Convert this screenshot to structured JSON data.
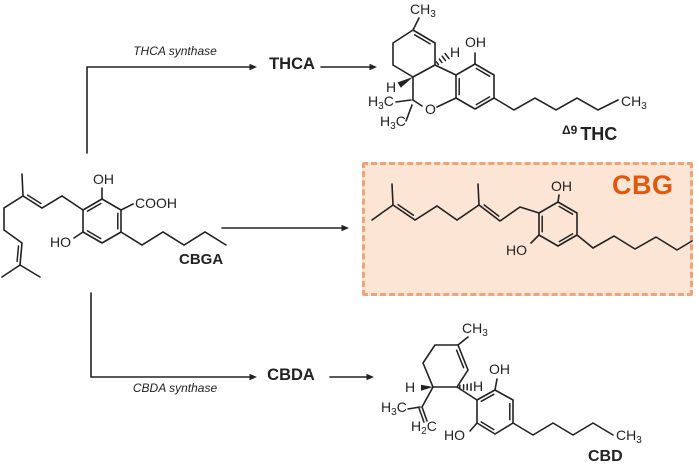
{
  "pathway": {
    "precursor": "CBGA",
    "branches": {
      "top": {
        "enzyme": "THCA synthase",
        "intermediate": "THCA",
        "product_sup": "Δ9",
        "product": "THC"
      },
      "middle": {
        "product": "CBG"
      },
      "bottom": {
        "enzyme": "CBDA synthase",
        "intermediate": "CBDA",
        "product": "CBD"
      }
    }
  },
  "atoms": {
    "oh": "OH",
    "ho": "HO",
    "cooh": "COOH",
    "o": "O",
    "h": "H",
    "c": "C",
    "ch": "CH",
    "sub2": "2",
    "sub3": "3"
  },
  "colors": {
    "line": "#222222",
    "box-fill": "#fce5d4",
    "box-border": "#f2a273",
    "cbg-text": "#e2570d",
    "background": "#ffffff"
  }
}
